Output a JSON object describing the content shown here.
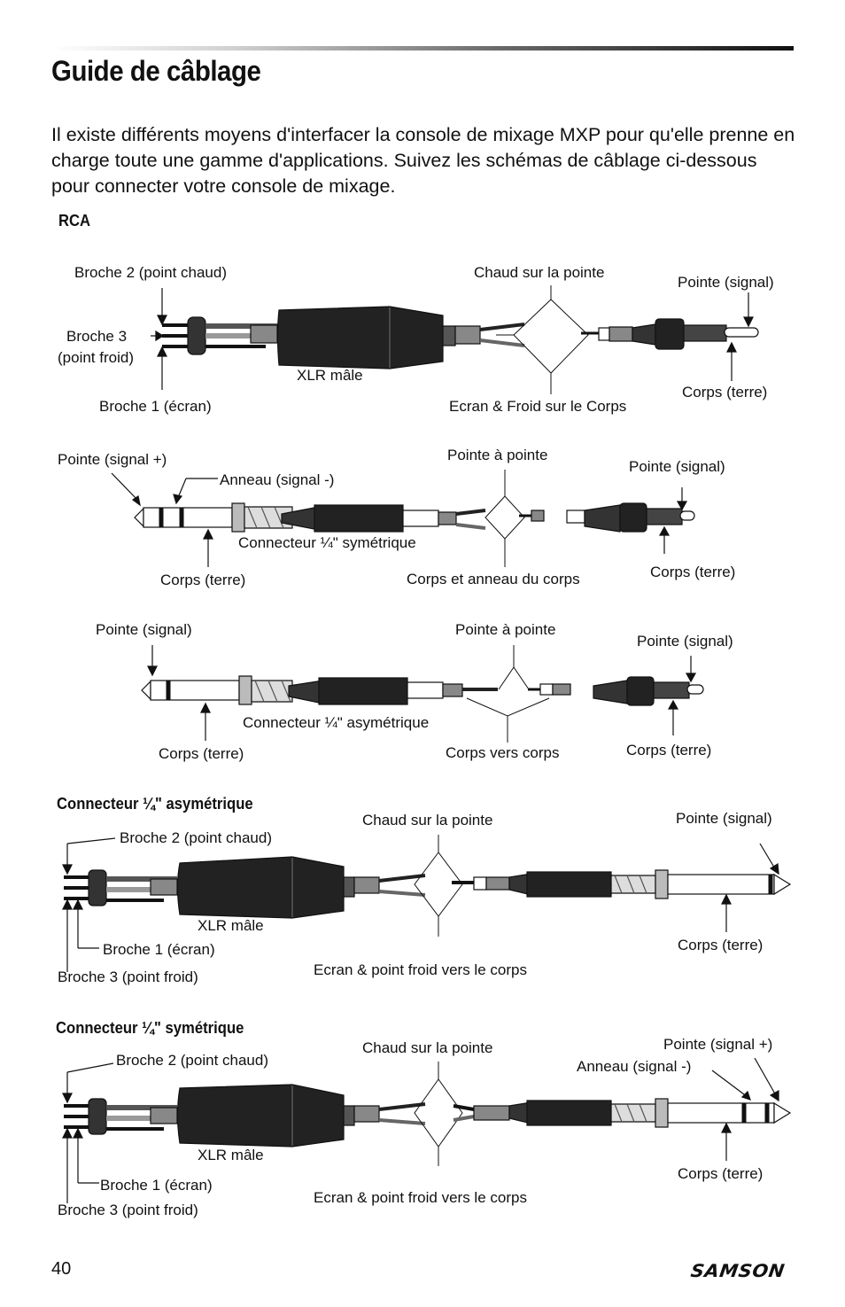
{
  "page": {
    "title": "Guide de câblage",
    "intro": "Il existe différents moyens d'interfacer la console de mixage MXP pour qu'elle prenne en charge toute une gamme d'applications. Suivez les schémas de câblage ci-dessous pour connecter votre console de mixage.",
    "page_number": "40",
    "brand": "SAMSON"
  },
  "sections": {
    "rca": "RCA",
    "ts": "Connecteur ¼\" asymétrique",
    "trs": "Connecteur ¼\" symétrique"
  },
  "diagrams": {
    "xlr_rca": {
      "pin2": "Broche 2 (point chaud)",
      "pin3_a": "Broche 3",
      "pin3_b": "(point froid)",
      "pin1": "Broche 1 (écran)",
      "xlr": "XLR mâle",
      "hot": "Chaud sur la pointe",
      "shield": "Ecran & Froid sur le Corps",
      "tip": "Pointe (signal)",
      "sleeve": "Corps (terre)"
    },
    "trs_rca": {
      "tip": "Pointe (signal +)",
      "ring": "Anneau (signal -)",
      "connector": "Connecteur ¼\" symétrique",
      "sleeve_left": "Corps (terre)",
      "tip_to_tip": "Pointe à pointe",
      "sleeve_ring": "Corps et anneau du corps",
      "rca_tip": "Pointe (signal)",
      "rca_sleeve": "Corps (terre)"
    },
    "ts_rca": {
      "tip": "Pointe (signal)",
      "connector": "Connecteur ¼\" asymétrique",
      "sleeve_left": "Corps (terre)",
      "tip_to_tip": "Pointe à pointe",
      "sleeve_to_sleeve": "Corps vers corps",
      "rca_tip": "Pointe (signal)",
      "rca_sleeve": "Corps (terre)"
    },
    "xlr_ts": {
      "pin2": "Broche 2 (point chaud)",
      "hot": "Chaud sur la pointe",
      "tip": "Pointe (signal)",
      "xlr": "XLR mâle",
      "pin1": "Broche 1 (écran)",
      "pin3": "Broche 3 (point froid)",
      "shield": "Ecran & point froid vers le corps",
      "sleeve": "Corps (terre)"
    },
    "xlr_trs": {
      "pin2": "Broche 2 (point chaud)",
      "hot": "Chaud sur la pointe",
      "tip": "Pointe (signal +)",
      "ring": "Anneau (signal -)",
      "xlr": "XLR mâle",
      "pin1": "Broche 1 (écran)",
      "pin3": "Broche 3 (point froid)",
      "shield": "Ecran & point froid vers le corps",
      "sleeve": "Corps (terre)"
    }
  }
}
